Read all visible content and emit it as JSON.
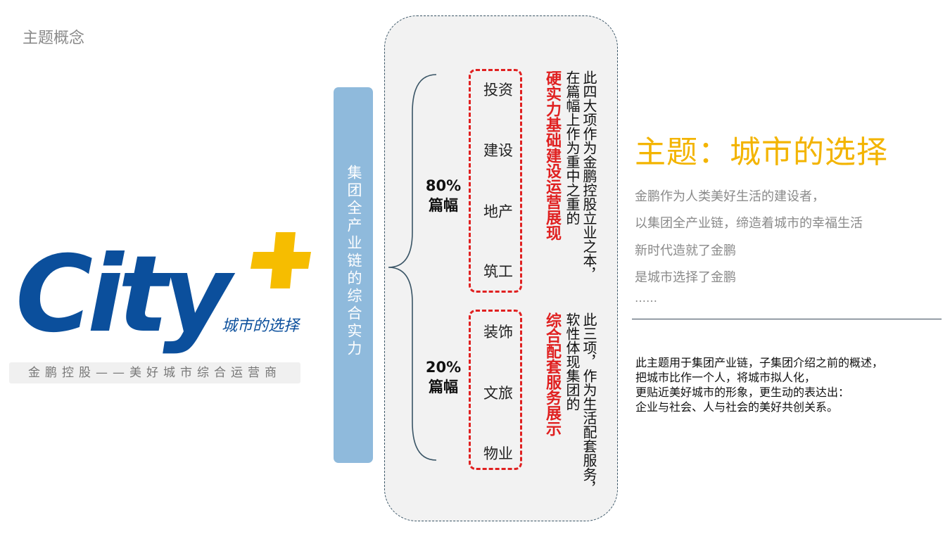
{
  "page": {
    "label": "主题概念"
  },
  "logo": {
    "word": "City",
    "plus": "+",
    "slogan": "城市的选择",
    "tagline": "金鹏控股——美好城市综合运营商",
    "colors": {
      "blue": "#0b4f9c",
      "yellow": "#f6bd00"
    }
  },
  "bar": {
    "text": "集团全产业链的综合实力",
    "color": "#8fbadc"
  },
  "groups": {
    "top": {
      "percent": "80%",
      "unit": "篇幅",
      "items": [
        "投资",
        "建设",
        "地产",
        "筑工"
      ],
      "heading": "硬实力基础建设运营展现",
      "desc_col1": "此四大项作为金鹏控股立业之本，",
      "desc_col2": "在篇幅上作为重中之重的"
    },
    "bottom": {
      "percent": "20%",
      "unit": "篇幅",
      "items": [
        "装饰",
        "文旅",
        "物业"
      ],
      "heading": "综合配套服务展示",
      "desc_col1": "此三项，作为生活配套服务，",
      "desc_col2": "软性体现集团的"
    }
  },
  "theme": {
    "title": "主题：城市的选择",
    "lines": [
      "金鹏作为人类美好生活的建设者，",
      "以集团全产业链，缔造着城市的幸福生活",
      "新时代造就了金鹏",
      "是城市选择了金鹏",
      "……"
    ],
    "title_color": "#f3b400"
  },
  "note": {
    "lines": [
      "此主题用于集团产业链，子集团介绍之前的概述，",
      "把城市比作一个人，将城市拟人化，",
      "更贴近美好城市的形象，更生动的表达出：",
      "企业与社会、人与社会的美好共创关系。"
    ]
  }
}
